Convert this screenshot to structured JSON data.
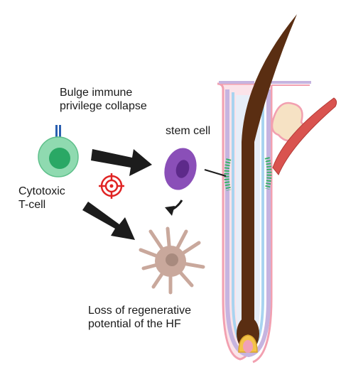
{
  "labels": {
    "bulge_line1": "Bulge immune",
    "bulge_line2": "privilege collapse",
    "stem_cell": "stem cell",
    "tcell_line1": "Cytotoxic",
    "tcell_line2": "T-cell",
    "loss_line1": "Loss of regenerative",
    "loss_line2": "potential of the HF"
  },
  "colors": {
    "tcell_outer": "#8fdab0",
    "tcell_nucleus": "#2aa865",
    "stem_cell_body": "#8a4fb8",
    "stem_cell_nucleus": "#5d2a8a",
    "dead_cell": "#c9a89c",
    "hair_shaft": "#5a2e12",
    "follicle_outline": "#f2a0b0",
    "outer_sheath": "#c6b4e0",
    "inner_sheath": "#a8d4f0",
    "arrow": "#1c1c1c",
    "target": "#e02424",
    "muscle": "#d9534f",
    "gland": "#f6e2c4",
    "bulge_cells": "#3ab36a",
    "papilla": "#f3c34a"
  }
}
